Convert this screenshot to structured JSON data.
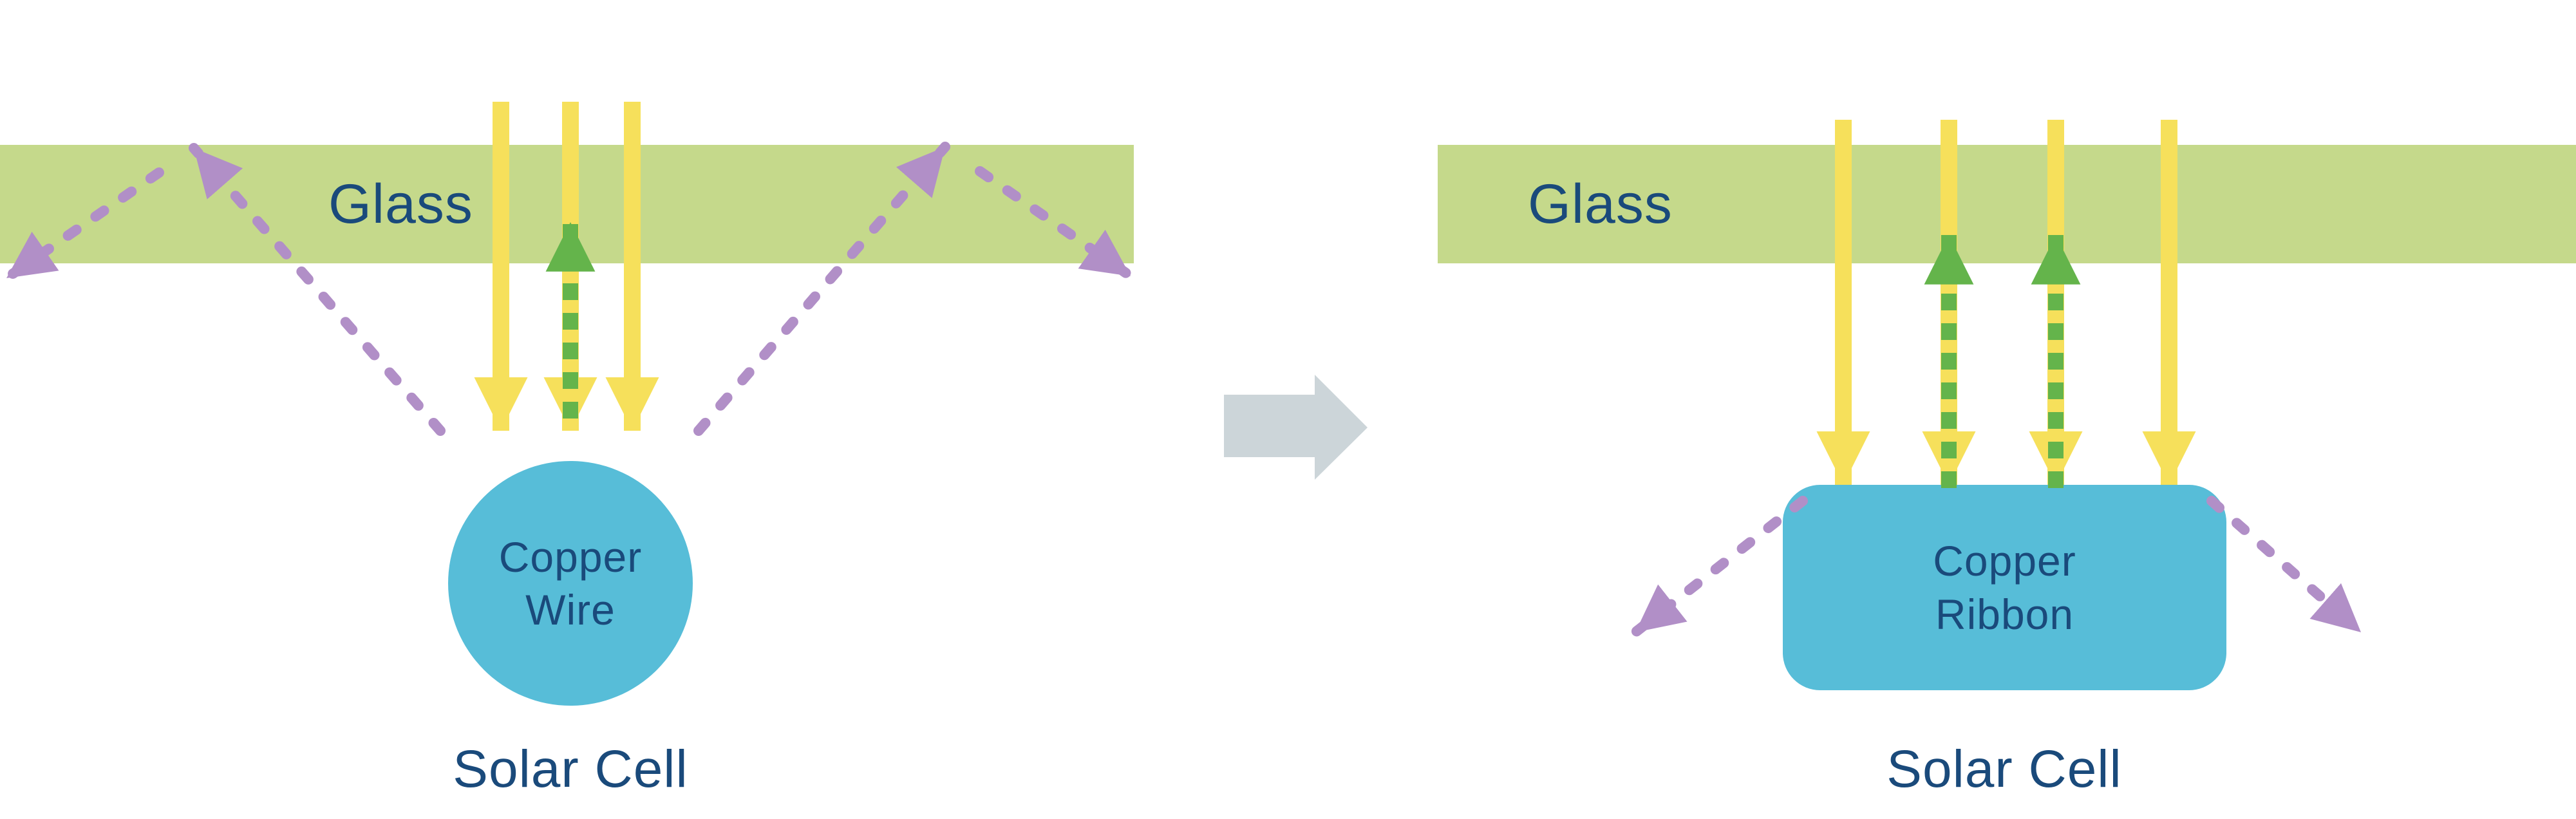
{
  "colors": {
    "glass": "#c5d98b",
    "sunlight": "#f6e05b",
    "reflected": "#64b44b",
    "scattered": "#b18fc7",
    "conductor": "#57bdd8",
    "text": "#1a4a7b",
    "transition": "#ccd5d9",
    "background": "#ffffff"
  },
  "left_panel": {
    "glass_label": "Glass",
    "conductor_label": "Copper\nWire",
    "caption": "Solar Cell"
  },
  "right_panel": {
    "glass_label": "Glass",
    "conductor_label": "Copper\nRibbon",
    "caption": "Solar Cell"
  }
}
